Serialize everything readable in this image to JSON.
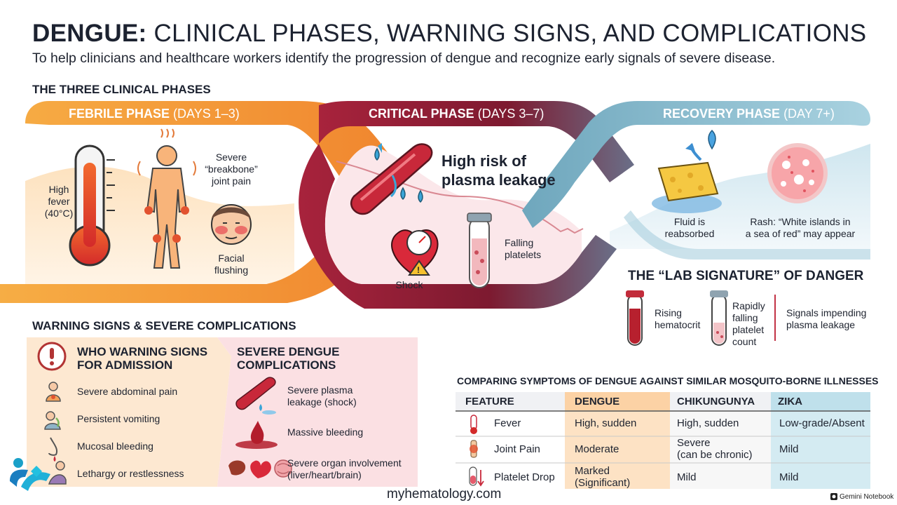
{
  "header": {
    "title_bold": "DENGUE:",
    "title_rest": "CLINICAL PHASES, WARNING SIGNS, AND COMPLICATIONS",
    "subtitle": "To help clinicians and healthcare workers identify the progression of dengue and recognize early signals of severe disease."
  },
  "phases_section": {
    "heading": "THE THREE CLINICAL PHASES",
    "febrile": {
      "name": "FEBRILE PHASE",
      "days": "(DAYS 1–3)",
      "fever": [
        "High",
        "fever",
        "(40°C)"
      ],
      "joint": [
        "Severe",
        "“breakbone”",
        "joint pain"
      ],
      "flush": [
        "Facial",
        "flushing"
      ]
    },
    "critical": {
      "name": "CRITICAL PHASE",
      "days": "(DAYS 3–7)",
      "risk": [
        "High risk of",
        "plasma leakage"
      ],
      "shock": "Shock",
      "platelets": [
        "Falling",
        "platelets"
      ]
    },
    "recovery": {
      "name": "RECOVERY PHASE",
      "days": "(DAY 7+)",
      "fluid": [
        "Fluid is",
        "reabsorbed"
      ],
      "rash": [
        "Rash: “White islands in",
        "a sea of red” may appear"
      ]
    }
  },
  "lab": {
    "heading": "THE “LAB SIGNATURE” OF DANGER",
    "hematocrit": [
      "Rising",
      "hematocrit"
    ],
    "platelet": [
      "Rapidly",
      "falling",
      "platelet",
      "count"
    ],
    "signal": [
      "Signals impending",
      "plasma leakage"
    ]
  },
  "warning": {
    "heading": "WARNING SIGNS & SEVERE COMPLICATIONS",
    "who_title": [
      "WHO WARNING SIGNS",
      "FOR ADMISSION"
    ],
    "who_items": [
      "Severe abdominal pain",
      "Persistent vomiting",
      "Mucosal bleeding",
      "Lethargy or restlessness"
    ],
    "severe_title": [
      "SEVERE DENGUE",
      "COMPLICATIONS"
    ],
    "severe_items": [
      [
        "Severe plasma",
        "leakage (shock)"
      ],
      [
        "Massive bleeding"
      ],
      [
        "Severe organ involvement",
        "(liver/heart/brain)"
      ]
    ]
  },
  "compare": {
    "heading": "COMPARING SYMPTOMS OF DENGUE AGAINST SIMILAR MOSQUITO-BORNE ILLNESSES",
    "columns": [
      "FEATURE",
      "DENGUE",
      "CHIKUNGUNYA",
      "ZIKA"
    ],
    "rows": [
      {
        "feature": "Fever",
        "dengue": [
          "High, sudden"
        ],
        "chik": [
          "High, sudden"
        ],
        "zika": [
          "Low-grade/Absent"
        ]
      },
      {
        "feature": "Joint Pain",
        "dengue": [
          "Moderate"
        ],
        "chik": [
          "Severe",
          "(can be chronic)"
        ],
        "zika": [
          "Mild"
        ]
      },
      {
        "feature": "Platelet Drop",
        "dengue": [
          "Marked",
          "(Significant)"
        ],
        "chik": [
          "Mild"
        ],
        "zika": [
          "Mild"
        ]
      }
    ]
  },
  "footer": {
    "site": "myhematology.com",
    "badge": "Gemini Notebook"
  },
  "colors": {
    "febrile": "#f0962e",
    "critical": "#8a1f35",
    "recovery": "#7fb2c6",
    "lab_bg": "#fbe4e6",
    "who_bg": "#fde6cc",
    "severe_bg": "#fbe0e3"
  }
}
